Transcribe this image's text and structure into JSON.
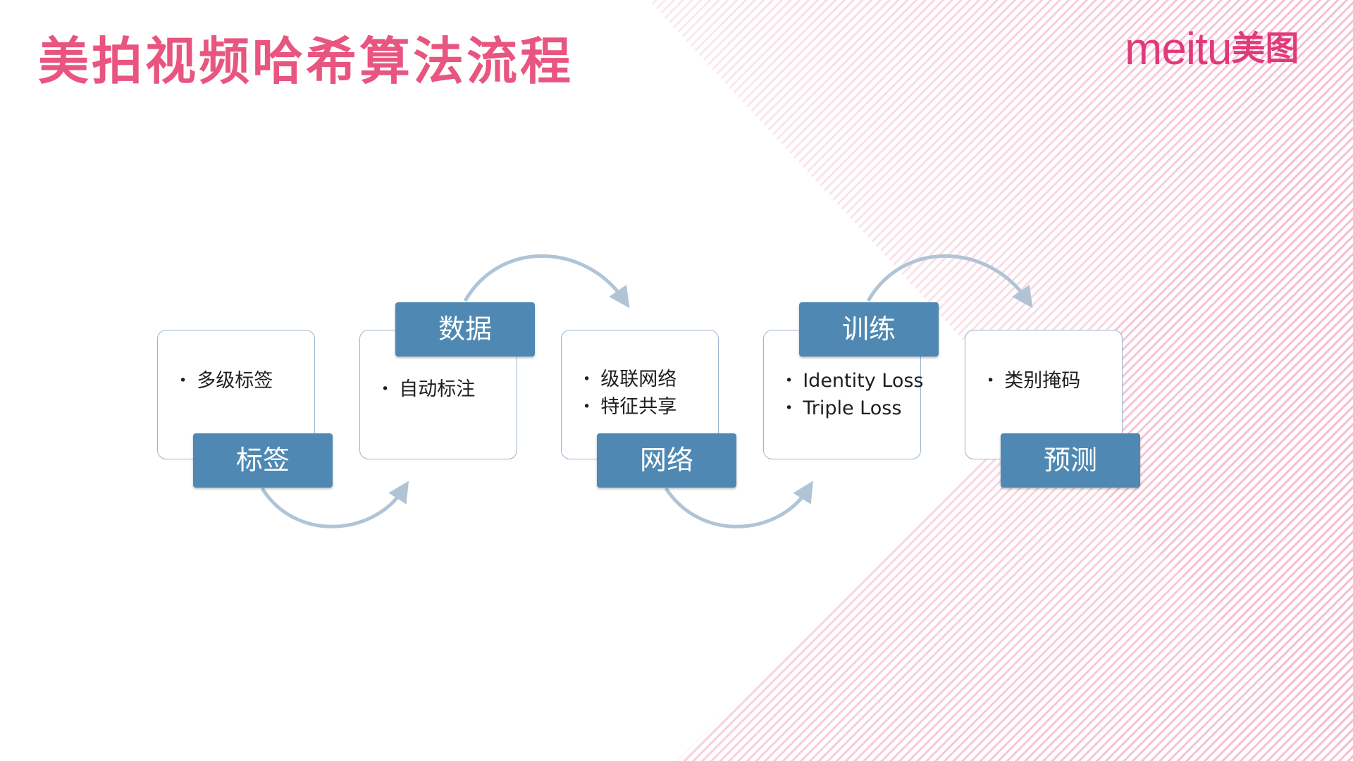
{
  "title": "美拍视频哈希算法流程",
  "logo": {
    "wordmark": "meitu",
    "mark": "美图"
  },
  "colors": {
    "title": "#e85580",
    "logo": "#e03a7a",
    "tag_fill": "#4f89b3",
    "card_border": "#9ab4cf",
    "arrow": "#b0c4d6",
    "stripes": "#f6b8cc"
  },
  "steps": [
    {
      "label": "标签",
      "bullets": [
        "多级标签"
      ]
    },
    {
      "label": "数据",
      "bullets": [
        "自动标注"
      ]
    },
    {
      "label": "网络",
      "bullets": [
        "级联网络",
        "特征共享"
      ]
    },
    {
      "label": "训练",
      "bullets": [
        "Identity Loss",
        "Triple Loss"
      ]
    },
    {
      "label": "预测",
      "bullets": [
        "类别掩码"
      ]
    }
  ]
}
